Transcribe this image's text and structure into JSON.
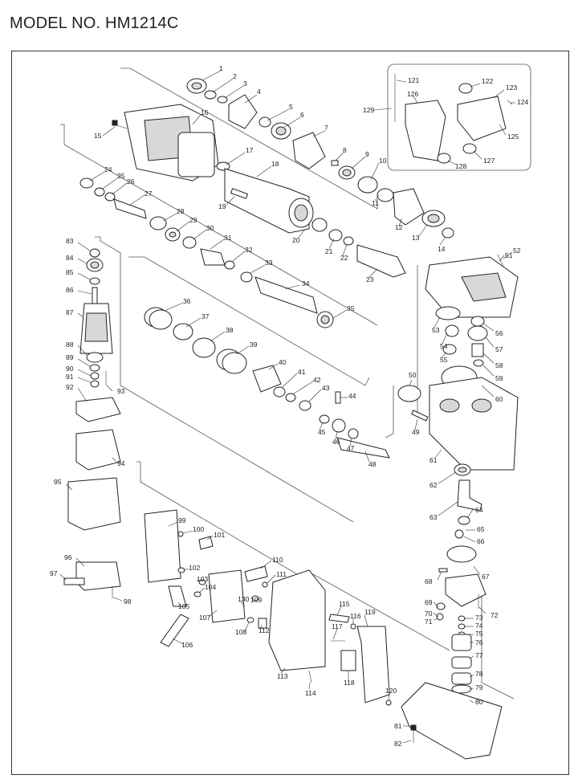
{
  "header": {
    "title": "MODEL NO. HM1214C"
  },
  "parts": [
    {
      "no": "1"
    },
    {
      "no": "2"
    },
    {
      "no": "3"
    },
    {
      "no": "4"
    },
    {
      "no": "5"
    },
    {
      "no": "6"
    },
    {
      "no": "7"
    },
    {
      "no": "8"
    },
    {
      "no": "9"
    },
    {
      "no": "10"
    },
    {
      "no": "11"
    },
    {
      "no": "12"
    },
    {
      "no": "13"
    },
    {
      "no": "14"
    },
    {
      "no": "15"
    },
    {
      "no": "16"
    },
    {
      "no": "17"
    },
    {
      "no": "18"
    },
    {
      "no": "19"
    },
    {
      "no": "20"
    },
    {
      "no": "21"
    },
    {
      "no": "22"
    },
    {
      "no": "23"
    },
    {
      "no": "24"
    },
    {
      "no": "25"
    },
    {
      "no": "26"
    },
    {
      "no": "27"
    },
    {
      "no": "28"
    },
    {
      "no": "29"
    },
    {
      "no": "30"
    },
    {
      "no": "31"
    },
    {
      "no": "32"
    },
    {
      "no": "33"
    },
    {
      "no": "34"
    },
    {
      "no": "35"
    },
    {
      "no": "36"
    },
    {
      "no": "37"
    },
    {
      "no": "38"
    },
    {
      "no": "39"
    },
    {
      "no": "40"
    },
    {
      "no": "41"
    },
    {
      "no": "42"
    },
    {
      "no": "43"
    },
    {
      "no": "44"
    },
    {
      "no": "45"
    },
    {
      "no": "46"
    },
    {
      "no": "47"
    },
    {
      "no": "48"
    },
    {
      "no": "49"
    },
    {
      "no": "50"
    },
    {
      "no": "51"
    },
    {
      "no": "52"
    },
    {
      "no": "53"
    },
    {
      "no": "54"
    },
    {
      "no": "55"
    },
    {
      "no": "56"
    },
    {
      "no": "57"
    },
    {
      "no": "58"
    },
    {
      "no": "59"
    },
    {
      "no": "60"
    },
    {
      "no": "61"
    },
    {
      "no": "62"
    },
    {
      "no": "63"
    },
    {
      "no": "64"
    },
    {
      "no": "65"
    },
    {
      "no": "66"
    },
    {
      "no": "67"
    },
    {
      "no": "68"
    },
    {
      "no": "69"
    },
    {
      "no": "70"
    },
    {
      "no": "71"
    },
    {
      "no": "72"
    },
    {
      "no": "73"
    },
    {
      "no": "74"
    },
    {
      "no": "75"
    },
    {
      "no": "76"
    },
    {
      "no": "77"
    },
    {
      "no": "78"
    },
    {
      "no": "79"
    },
    {
      "no": "80"
    },
    {
      "no": "81"
    },
    {
      "no": "82"
    },
    {
      "no": "83"
    },
    {
      "no": "84"
    },
    {
      "no": "85"
    },
    {
      "no": "86"
    },
    {
      "no": "87"
    },
    {
      "no": "88"
    },
    {
      "no": "89"
    },
    {
      "no": "90"
    },
    {
      "no": "91"
    },
    {
      "no": "92"
    },
    {
      "no": "93"
    },
    {
      "no": "94"
    },
    {
      "no": "95"
    },
    {
      "no": "96"
    },
    {
      "no": "97"
    },
    {
      "no": "98"
    },
    {
      "no": "99"
    },
    {
      "no": "100"
    },
    {
      "no": "101"
    },
    {
      "no": "102"
    },
    {
      "no": "103"
    },
    {
      "no": "104"
    },
    {
      "no": "105"
    },
    {
      "no": "106"
    },
    {
      "no": "107"
    },
    {
      "no": "108"
    },
    {
      "no": "109"
    },
    {
      "no": "110"
    },
    {
      "no": "111"
    },
    {
      "no": "112"
    },
    {
      "no": "113"
    },
    {
      "no": "114"
    },
    {
      "no": "115"
    },
    {
      "no": "116"
    },
    {
      "no": "117"
    },
    {
      "no": "118"
    },
    {
      "no": "119"
    },
    {
      "no": "120"
    },
    {
      "no": "121"
    },
    {
      "no": "122"
    },
    {
      "no": "123"
    },
    {
      "no": "124"
    },
    {
      "no": "125"
    },
    {
      "no": "126"
    },
    {
      "no": "127"
    },
    {
      "no": "128"
    },
    {
      "no": "129"
    },
    {
      "no": "130"
    }
  ]
}
